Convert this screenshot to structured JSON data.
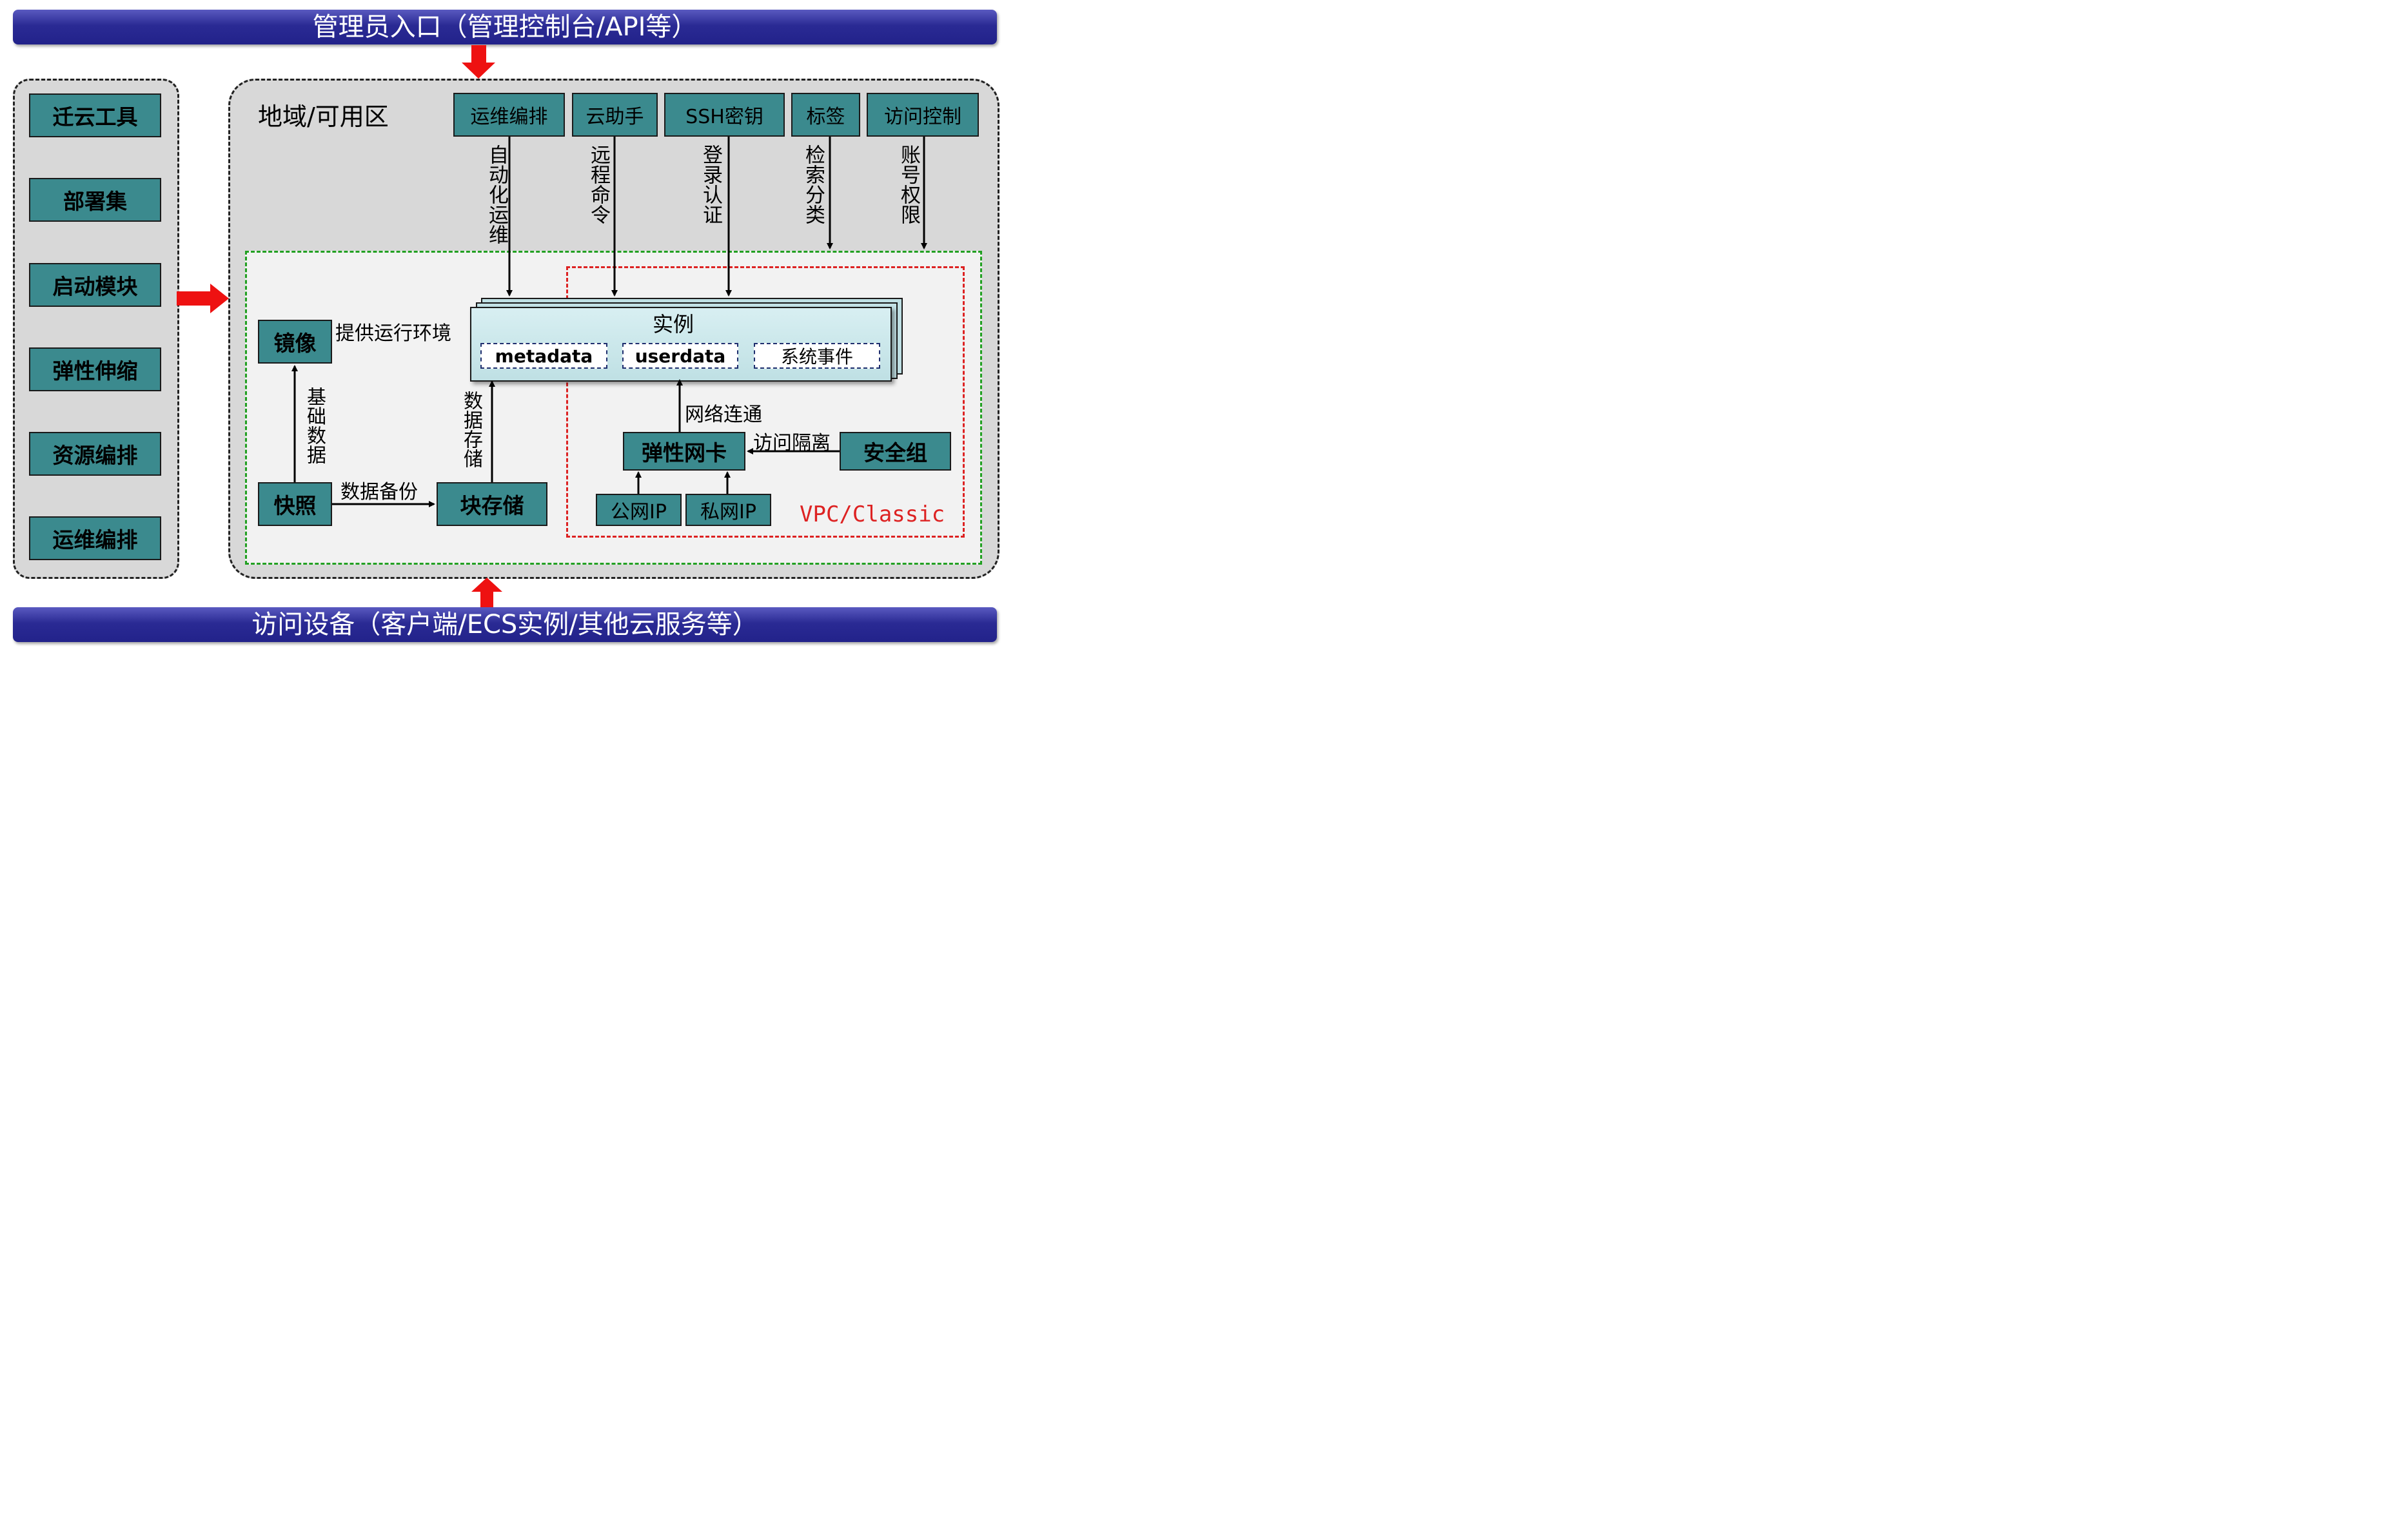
{
  "top_bar": {
    "label": "管理员入口（管理控制台/API等）"
  },
  "bottom_bar": {
    "label": "访问设备（客户端/ECS实例/其他云服务等）"
  },
  "left_panel": {
    "items": [
      "迁云工具",
      "部署集",
      "启动模块",
      "弹性伸缩",
      "资源编排",
      "运维编排"
    ]
  },
  "region": {
    "title": "地域/可用区",
    "services": [
      "运维编排",
      "云助手",
      "SSH密钥",
      "标签",
      "访问控制"
    ],
    "service_links": [
      "自动化运维",
      "远程命令",
      "登录认证",
      "检索分类",
      "账号权限"
    ]
  },
  "instance": {
    "title": "实例",
    "tags": [
      "metadata",
      "userdata",
      "系统事件"
    ]
  },
  "storage": {
    "image": "镜像",
    "snapshot": "快照",
    "block": "块存储",
    "provide_env": "提供运行环境",
    "base_data": "基础数据",
    "data_backup": "数据备份",
    "data_storage": "数据存储"
  },
  "network": {
    "eni": "弹性网卡",
    "security_group": "安全组",
    "public_ip": "公网IP",
    "private_ip": "私网IP",
    "connect": "网络连通",
    "isolation": "访问隔离",
    "vpc_label": "VPC/Classic"
  },
  "colors": {
    "bar": "#2a2a94",
    "teal": "#3b8a8e",
    "arrow_red": "#ee1111",
    "green_dash": "#22a022",
    "red_dash": "#dd2222",
    "instance_fill": "#c9e6ea"
  }
}
